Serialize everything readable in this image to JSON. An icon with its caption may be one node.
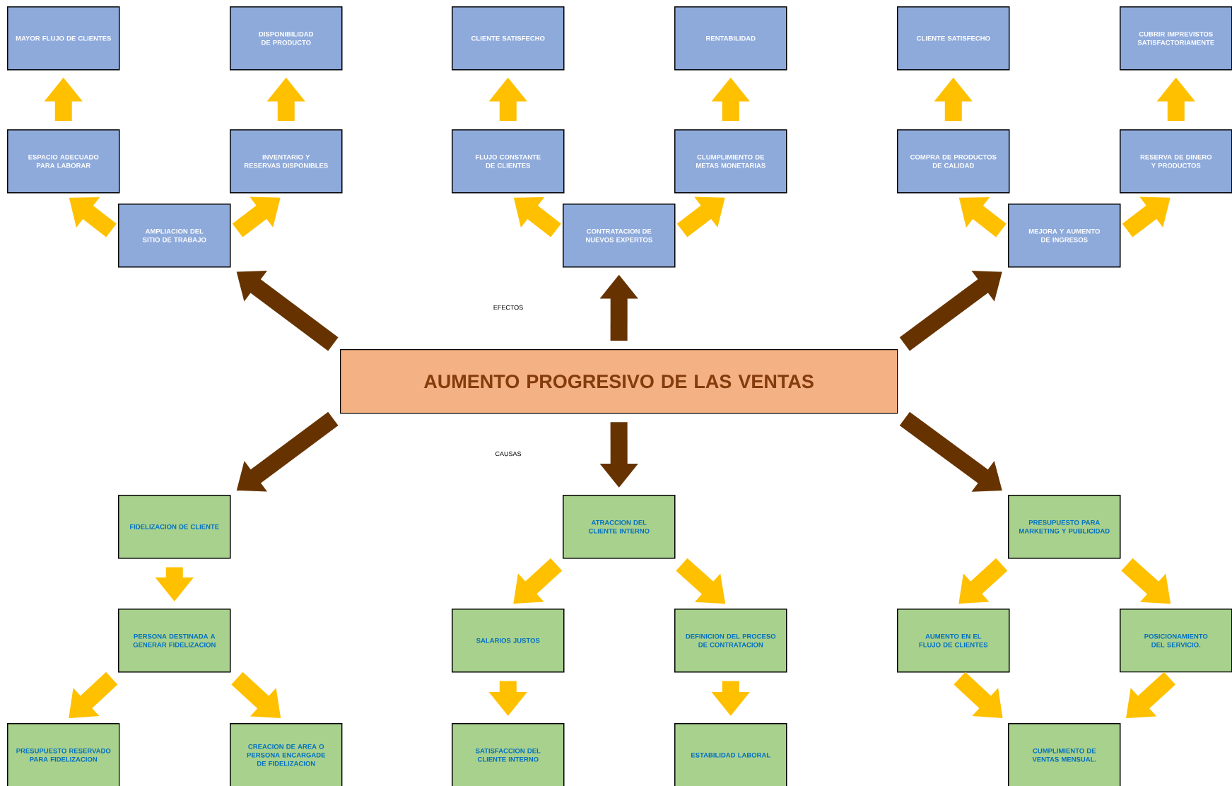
{
  "diagram": {
    "nodes": [
      {
        "text": [
          "MAYOR FLUJO DE CLIENTES"
        ]
      },
      {
        "text": [
          "DISPONIBILIDAD DE PRODUCTO"
        ]
      },
      {
        "text": [
          "CLIENTE SATISFECHO"
        ]
      },
      {
        "text": [
          "RENTABILIDAD"
        ]
      },
      {
        "text": [
          "CLIENTE SATISFECHO"
        ]
      },
      {
        "text": [
          "CUBRIR IMPREVISTOS SATISFACTORIAMENTE"
        ]
      },
      {
        "text": [
          "ESPACIO ADECUADO PARA LABORAR"
        ]
      },
      {
        "text": [
          "INVENTARIO Y RESERVAS DISPONIBLES"
        ]
      },
      {
        "text": [
          "FLUJO CONSTANTE DE CLIENTES"
        ]
      },
      {
        "text": [
          "CLUMPLIMIENTO DE METAS MONETARIAS"
        ]
      },
      {
        "text": [
          "COMPRA DE PRODUCTOS DE CALIDAD"
        ]
      },
      {
        "text": [
          "RESERVA DE DINERO Y PRODUCTOS"
        ]
      },
      {
        "text": [
          "AMPLIACION DEL SITIO DE TRABAJO"
        ]
      },
      {
        "text": [
          "CONTRATACION DE NUEVOS EXPERTOS"
        ]
      },
      {
        "text": [
          "MEJORA Y AUMENTO DE INGRESOS"
        ]
      },
      {
        "text": [
          "AUMENTO PROGRESIVO DE LAS VENTAS"
        ]
      },
      {
        "text": [
          "FIDELIZACION DE CLIENTE"
        ]
      },
      {
        "text": [
          "ATRACCION DEL CLIENTE INTERNO"
        ]
      },
      {
        "text": [
          "PRESUPUESTO PARA MARKETING Y PUBLICIDAD"
        ]
      },
      {
        "text": [
          "PERSONA DESTINADA A GENERAR FIDELIZACION"
        ]
      },
      {
        "text": [
          "SALARIOS JUSTOS"
        ]
      },
      {
        "text": [
          "DEFINICION DEL PROCESO DE CONTRATACION"
        ]
      },
      {
        "text": [
          "AUMENTO EN EL FLUJO DE CLIENTES"
        ]
      },
      {
        "text": [
          "POSICIONAMIENTO  DEL SERVICIO."
        ]
      },
      {
        "text": [
          "PRESUPUESTO RESERVADO PARA FIDELIZACION"
        ]
      },
      {
        "text": [
          "CREACION DE AREA O PERSONA ENCARGADE DE FIDELIZACION"
        ]
      },
      {
        "text": [
          "SATISFACCION DEL CLIENTE INTERNO"
        ]
      },
      {
        "text": [
          "ESTABILIDAD LABORAL"
        ]
      },
      {
        "text": [
          "CUMPLIMIENTO DE VENTAS MENSUAL."
        ]
      }
    ],
    "edges": [
      {
        "from": 6,
        "to": 0,
        "arrow": "to"
      },
      {
        "from": 7,
        "to": 1,
        "arrow": "to"
      },
      {
        "from": 8,
        "to": 2,
        "arrow": "to"
      },
      {
        "from": 9,
        "to": 3,
        "arrow": "to"
      },
      {
        "from": 10,
        "to": 4,
        "arrow": "to"
      },
      {
        "from": 11,
        "to": 5,
        "arrow": "to"
      },
      {
        "from": 12,
        "to": 6,
        "arrow": "to"
      },
      {
        "from": 12,
        "to": 7,
        "arrow": "to"
      },
      {
        "from": 13,
        "to": 8,
        "arrow": "to"
      },
      {
        "from": 13,
        "to": 9,
        "arrow": "to"
      },
      {
        "from": 14,
        "to": 10,
        "arrow": "to"
      },
      {
        "from": 14,
        "to": 11,
        "arrow": "to"
      },
      {
        "from": 15,
        "to": 12,
        "arrow": "to",
        "color": "#663300"
      },
      {
        "from": 15,
        "to": 13,
        "arrow": "to",
        "color": "#663300"
      },
      {
        "from": 15,
        "to": 14,
        "arrow": "to",
        "color": "#663300"
      },
      {
        "from": 15,
        "to": 16,
        "arrow": "to",
        "color": "#663300"
      },
      {
        "from": 15,
        "to": 17,
        "arrow": "to",
        "color": "#663300"
      },
      {
        "from": 15,
        "to": 18,
        "arrow": "to",
        "color": "#663300"
      },
      {
        "from": 16,
        "to": 19,
        "arrow": "to"
      },
      {
        "from": 19,
        "to": 24,
        "arrow": "to"
      },
      {
        "from": 19,
        "to": 25,
        "arrow": "to"
      },
      {
        "from": 17,
        "to": 20,
        "arrow": "to"
      },
      {
        "from": 17,
        "to": 21,
        "arrow": "to"
      },
      {
        "from": 20,
        "to": 26,
        "arrow": "to"
      },
      {
        "from": 21,
        "to": 27,
        "arrow": "to"
      },
      {
        "from": 18,
        "to": 22,
        "arrow": "to"
      },
      {
        "from": 18,
        "to": 23,
        "arrow": "to"
      },
      {
        "from": 22,
        "to": 28,
        "arrow": "to"
      },
      {
        "from": 23,
        "to": 28,
        "arrow": "to"
      }
    ],
    "labels": [
      "EFECTOS",
      "CAUSAS"
    ]
  }
}
